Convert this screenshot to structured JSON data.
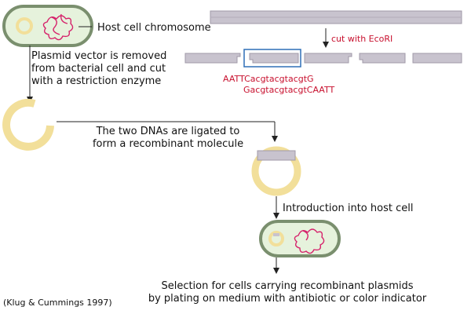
{
  "labels": {
    "host_chromosome": "Host cell chromosome",
    "plasmid_removed": [
      "Plasmid vector is removed",
      "from bacterial cell and cut",
      "with a restriction enzyme"
    ],
    "cut_with": "cut with EcoRI",
    "seq_top": "AATTCacgtacgtacgtG",
    "seq_bottom": "GacgtacgtacgtCAATT",
    "ligated": [
      "The two DNAs are ligated to",
      "form a recombinant molecule"
    ],
    "introduction": "Introduction into host cell",
    "selection": [
      "Selection for cells carrying recombinant plasmids",
      "by plating on medium with antibiotic or color indicator"
    ],
    "citation": "(Klug & Cummings 1997)"
  },
  "colors": {
    "cell_fill": "#e6f2dc",
    "cell_border": "#7a8f6e",
    "plasmid": "#f2df9a",
    "chromosome": "#d6226b",
    "dna_fragment": "#c8c3ce",
    "highlight_box": "#2f6fb7",
    "sequence_text": "#c8102e"
  },
  "icons": [
    "arrow-down-icon",
    "arrow-right-icon"
  ]
}
